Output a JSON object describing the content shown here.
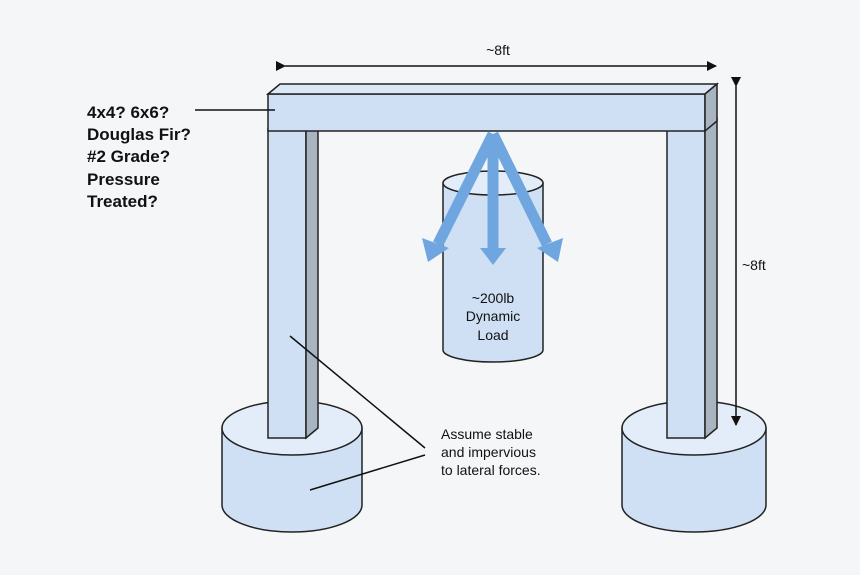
{
  "dimensions": {
    "width_label": "~8ft",
    "height_label": "~8ft"
  },
  "lumber_questions": [
    "4x4? 6x6?",
    "Douglas Fir?",
    "#2 Grade?",
    "Pressure",
    "Treated?"
  ],
  "load_label": [
    "~200lb",
    "Dynamic",
    "Load"
  ],
  "footing_note": [
    "Assume stable",
    "and impervious",
    "to lateral forces."
  ],
  "colors": {
    "fill_light": "#cfe0f4",
    "fill_mid": "#bcd3ee",
    "shade_gray": "#a8b4c0",
    "stroke": "#222222",
    "arrow_blue": "#6fa6df",
    "background": "#f5f6f8"
  }
}
